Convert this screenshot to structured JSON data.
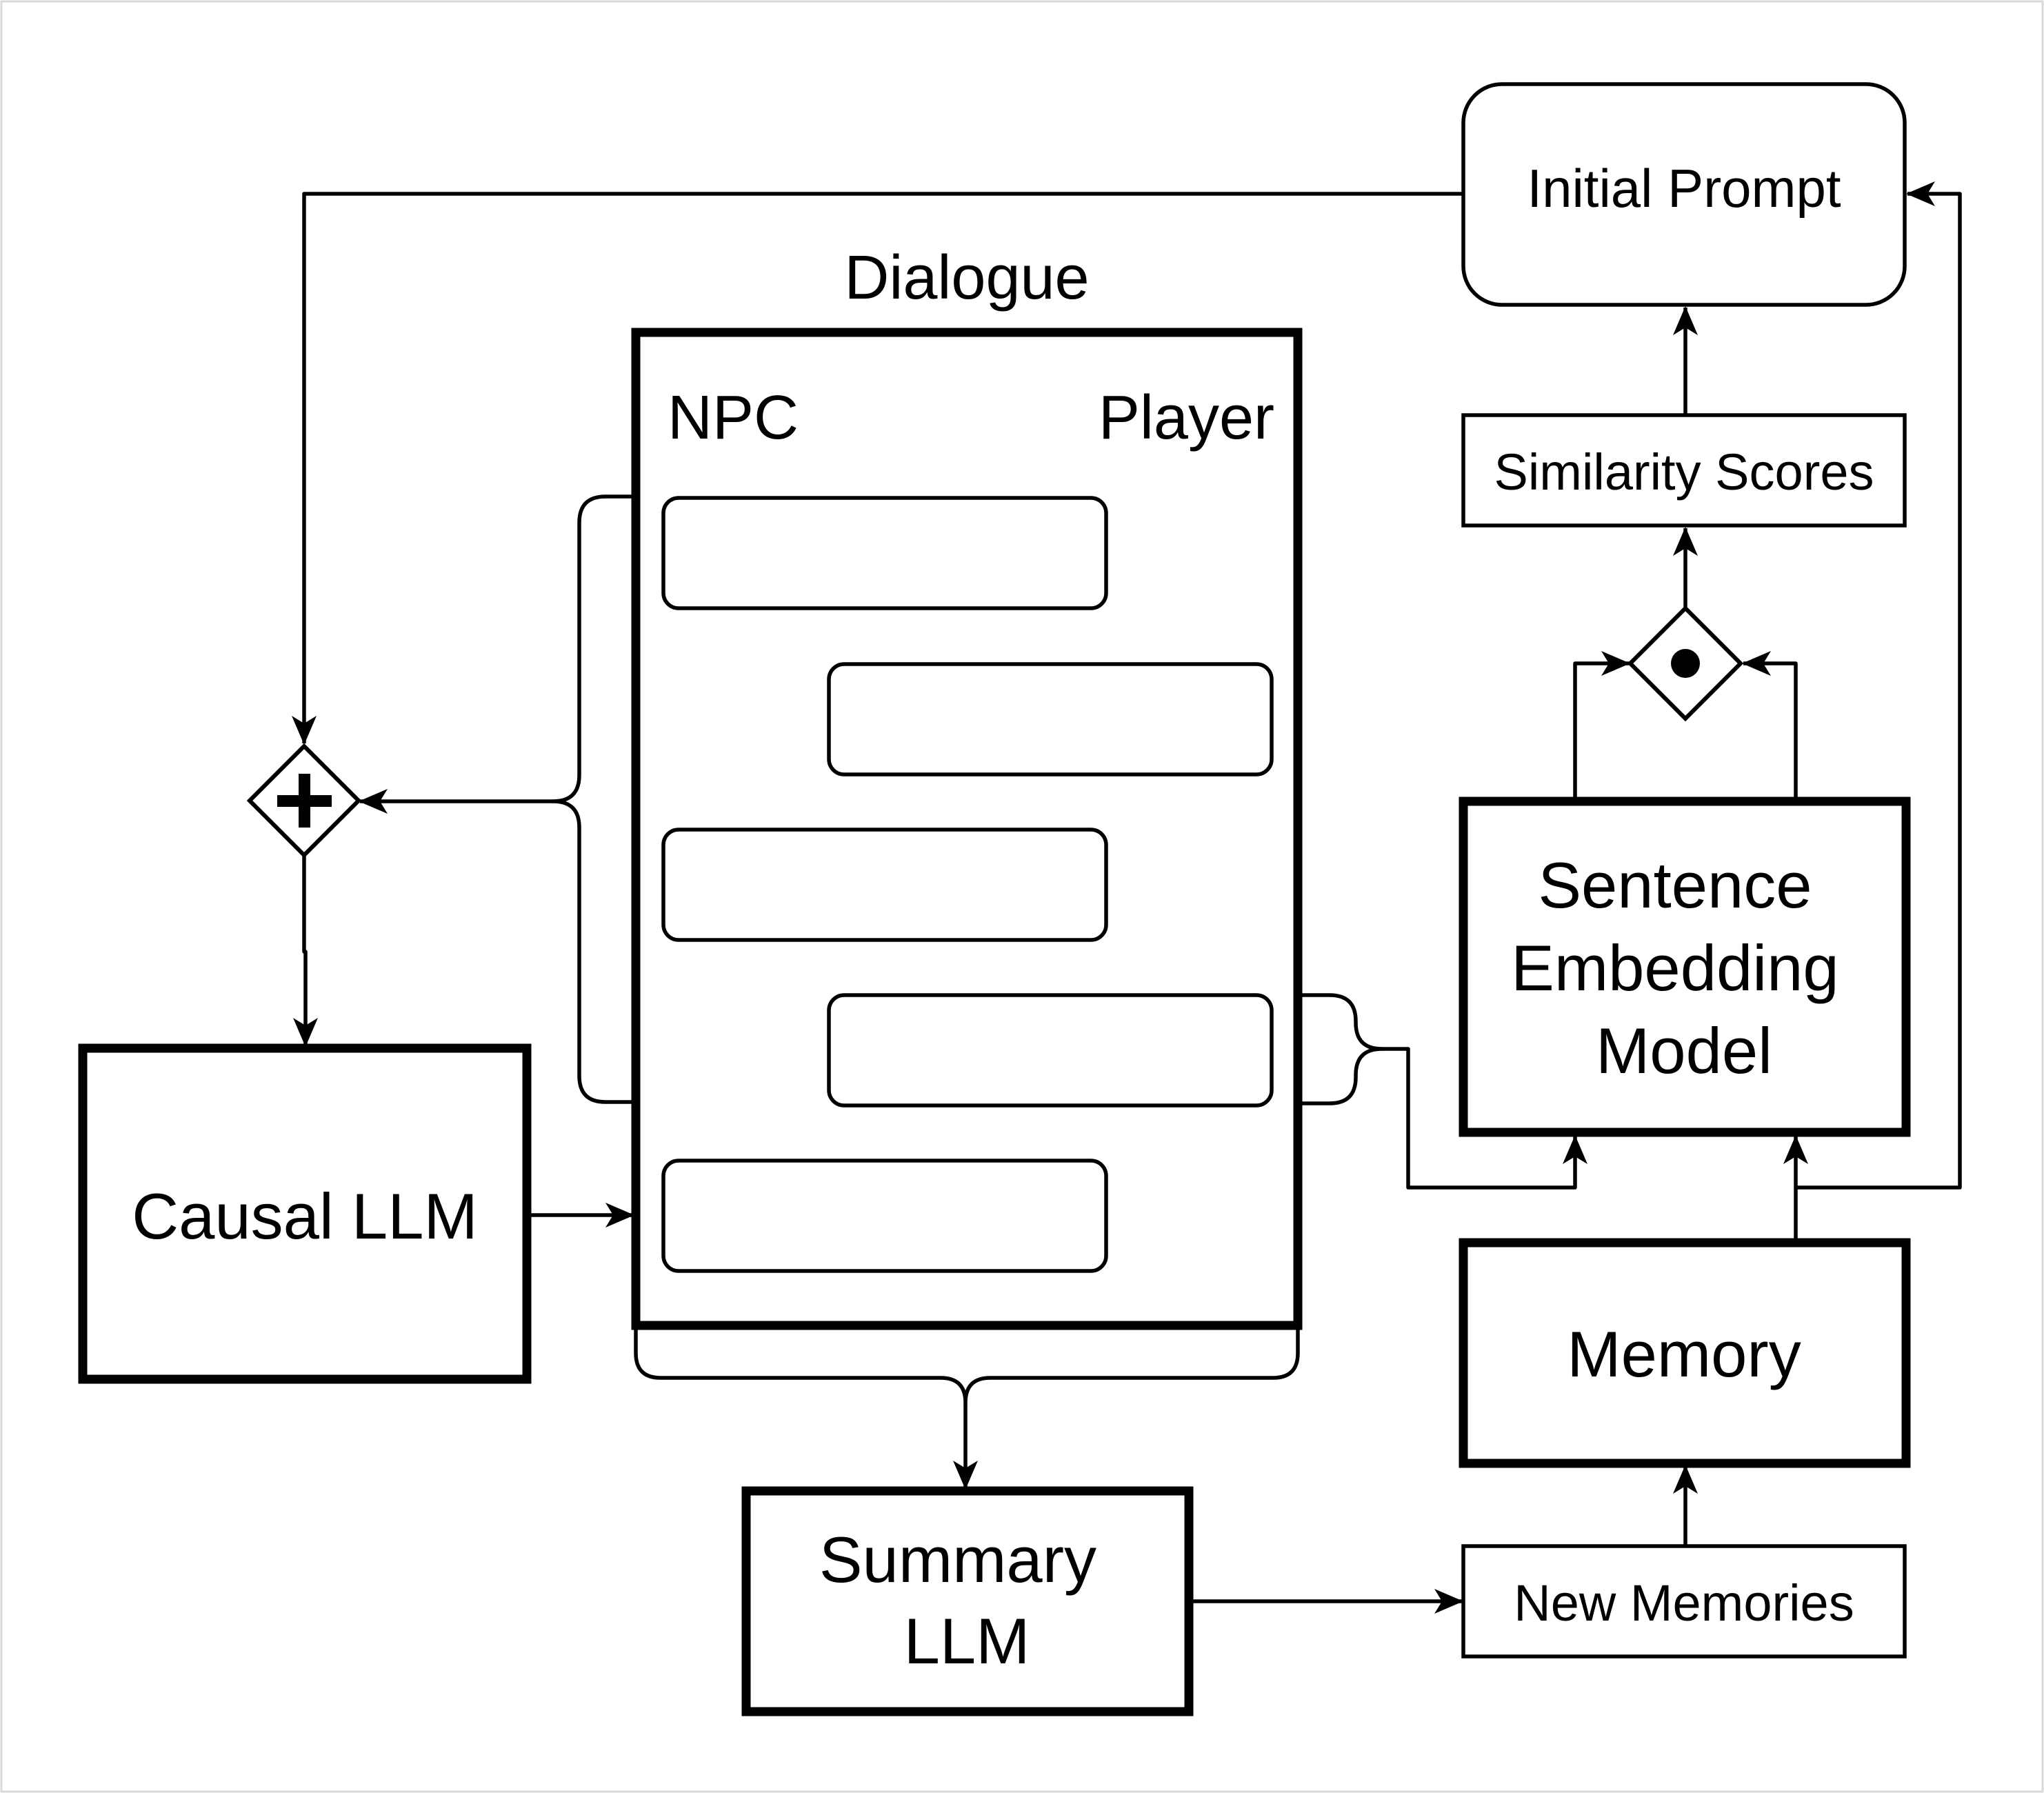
{
  "diagram": {
    "dialogue_title": "Dialogue",
    "npc_label": "NPC",
    "player_label": "Player",
    "initial_prompt": "Initial Prompt",
    "similarity_scores": "Similarity Scores",
    "sentence_embedding_model": [
      "Sentence",
      "Embedding",
      "Model"
    ],
    "causal_llm": "Causal LLM",
    "memory": "Memory",
    "summary_llm": [
      "Summary",
      "LLM"
    ],
    "new_memories": "New Memories",
    "operators": {
      "combine": "plus-icon",
      "dot_product": "dot-icon"
    },
    "message_bubbles": [
      {
        "speaker": "NPC"
      },
      {
        "speaker": "Player"
      },
      {
        "speaker": "NPC"
      },
      {
        "speaker": "Player"
      },
      {
        "speaker": "NPC"
      }
    ],
    "colors": {
      "stroke": "#000000",
      "background": "#ffffff",
      "frame": "#d9d9d9"
    }
  }
}
